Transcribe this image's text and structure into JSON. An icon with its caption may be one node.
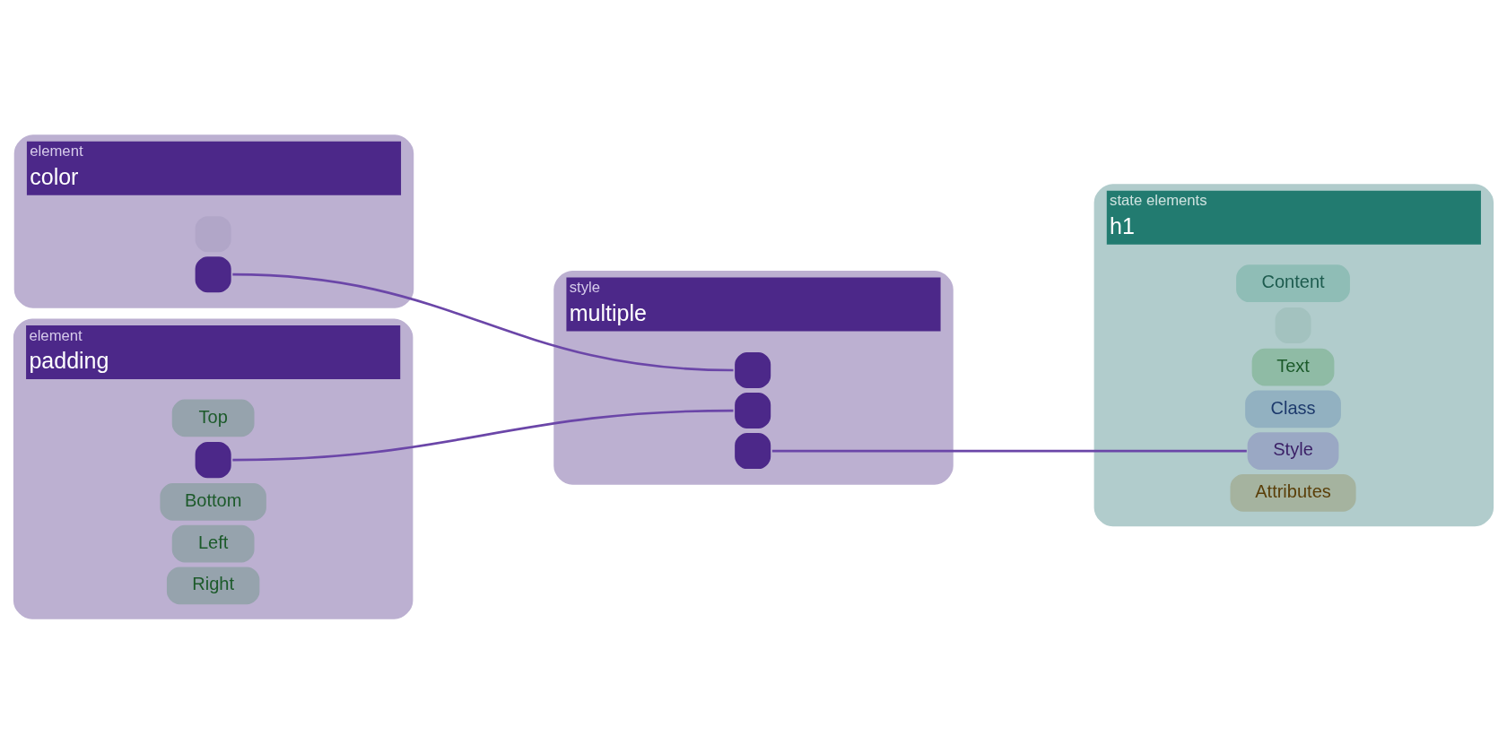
{
  "diagram": {
    "nodes": [
      {
        "text": [
          "element",
          "color"
        ]
      },
      {
        "text": [],
        "shape": "box",
        "in": 0
      },
      {
        "text": [],
        "shape": "box",
        "in": 0
      },
      {
        "text": [
          "style",
          "multiple"
        ]
      },
      {
        "text": [],
        "shape": "box",
        "in": 3
      },
      {
        "text": [],
        "shape": "box",
        "in": 3
      },
      {
        "text": [],
        "shape": "box",
        "in": 3
      },
      {
        "text": [
          "state elements",
          "h1"
        ]
      },
      {
        "text": [
          "Content"
        ],
        "in": 7
      },
      {
        "text": [],
        "shape": "box",
        "in": 7
      },
      {
        "text": [
          "Text"
        ],
        "in": 7
      },
      {
        "text": [
          "Class"
        ],
        "in": 7
      },
      {
        "text": [
          "Style"
        ],
        "in": 7
      },
      {
        "text": [
          "Attributes"
        ],
        "in": 7
      },
      {
        "text": [
          "element",
          "padding"
        ]
      },
      {
        "text": [
          "Top"
        ],
        "in": 14
      },
      {
        "text": [],
        "shape": "box",
        "in": 14
      },
      {
        "text": [
          "Bottom"
        ],
        "in": 14
      },
      {
        "text": [
          "Left"
        ],
        "in": 14
      },
      {
        "text": [
          "Right"
        ],
        "in": 14
      }
    ],
    "edges": [
      {
        "from": 2,
        "to": 4,
        "arrow": "none"
      },
      {
        "from": 16,
        "to": 5,
        "arrow": "none"
      },
      {
        "from": 6,
        "to": 12,
        "arrow": "none"
      }
    ]
  }
}
